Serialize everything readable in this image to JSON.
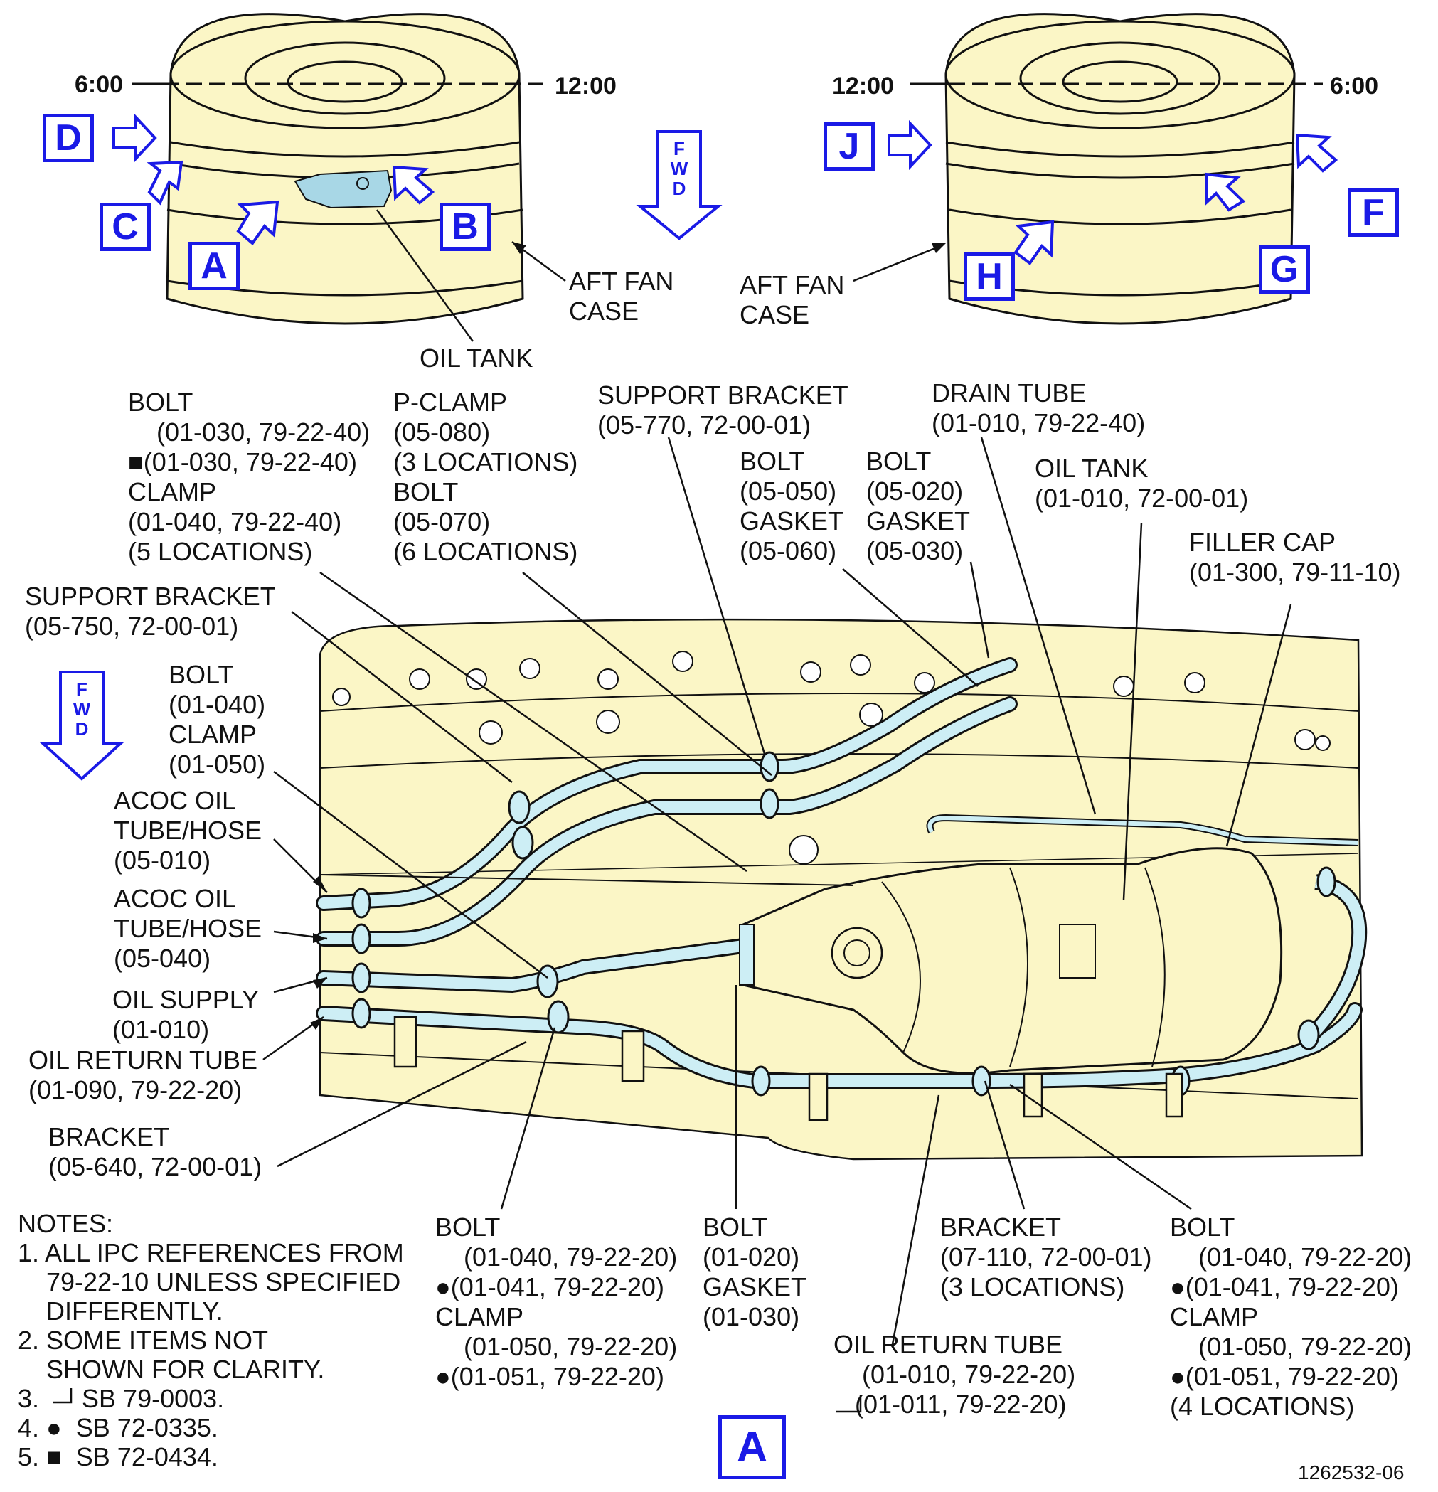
{
  "colors": {
    "case_fill": "#fbf6c6",
    "tube_fill": "#cdeef5",
    "accent_blue": "#1a1ae6",
    "line": "#111111",
    "tank_fill": "#fbf6c6"
  },
  "left_view": {
    "clock_left": "6:00",
    "clock_right": "12:00",
    "views": [
      "D",
      "C",
      "A",
      "B"
    ],
    "case_label": "AFT FAN\nCASE",
    "tank_label": "OIL TANK"
  },
  "right_view": {
    "clock_left": "12:00",
    "clock_right": "6:00",
    "views": [
      "J",
      "F",
      "H",
      "G"
    ],
    "case_label": "AFT FAN\nCASE"
  },
  "fwd_label": "F\nW\nD",
  "callouts": {
    "bolt_clamp_upper": "BOLT\n    (01-030, 79-22-40)\n■(01-030, 79-22-40)\nCLAMP\n(01-040, 79-22-40)\n(5 LOCATIONS)",
    "p_clamp": "P-CLAMP\n(05-080)\n(3 LOCATIONS)\nBOLT\n(05-070)\n(6 LOCATIONS)",
    "support_bracket_770": "SUPPORT BRACKET\n(05-770, 72-00-01)",
    "drain_tube": "DRAIN TUBE\n(01-010, 79-22-40)",
    "bolt_gasket_050": "BOLT\n(05-050)\nGASKET\n(05-060)",
    "bolt_gasket_020": "BOLT\n(05-020)\nGASKET\n(05-030)",
    "oil_tank": "OIL TANK\n(01-010, 72-00-01)",
    "filler_cap": "FILLER CAP\n(01-300, 79-11-10)",
    "support_bracket_750": "SUPPORT BRACKET\n(05-750, 72-00-01)",
    "bolt_clamp_040": "BOLT\n(01-040)\nCLAMP\n(01-050)",
    "acoc_010": "ACOC OIL\nTUBE/HOSE\n(05-010)",
    "acoc_040": "ACOC OIL\nTUBE/HOSE\n(05-040)",
    "oil_supply": "OIL SUPPLY\n(01-010)",
    "oil_return_090": "OIL RETURN TUBE\n(01-090, 79-22-20)",
    "bracket_640": "BRACKET\n(05-640, 72-00-01)",
    "bolt_clamp_lower_left": "BOLT\n    (01-040, 79-22-20)\n●(01-041, 79-22-20)\nCLAMP\n    (01-050, 79-22-20)\n●(01-051, 79-22-20)",
    "bolt_gasket_020_lower": "BOLT\n(01-020)\nGASKET\n(01-030)",
    "bracket_110": "BRACKET\n(07-110, 72-00-01)\n(3 LOCATIONS)",
    "oil_return_010": "OIL RETURN TUBE\n    (01-010, 79-22-20)\n   (01-011, 79-22-20)",
    "bolt_clamp_lower_right": "BOLT\n    (01-040, 79-22-20)\n●(01-041, 79-22-20)\nCLAMP\n    (01-050, 79-22-20)\n●(01-051, 79-22-20)\n(4 LOCATIONS)"
  },
  "notes": "NOTES:\n1. ALL IPC REFERENCES FROM\n    79-22-10 UNLESS SPECIFIED\n    DIFFERENTLY.\n2. SOME ITEMS NOT\n    SHOWN FOR CLARITY.\n3.      SB 79-0003.\n4. ●  SB 72-0335.\n5. ■  SB 72-0434.",
  "view_label": "A",
  "figure_number": "1262532-06"
}
